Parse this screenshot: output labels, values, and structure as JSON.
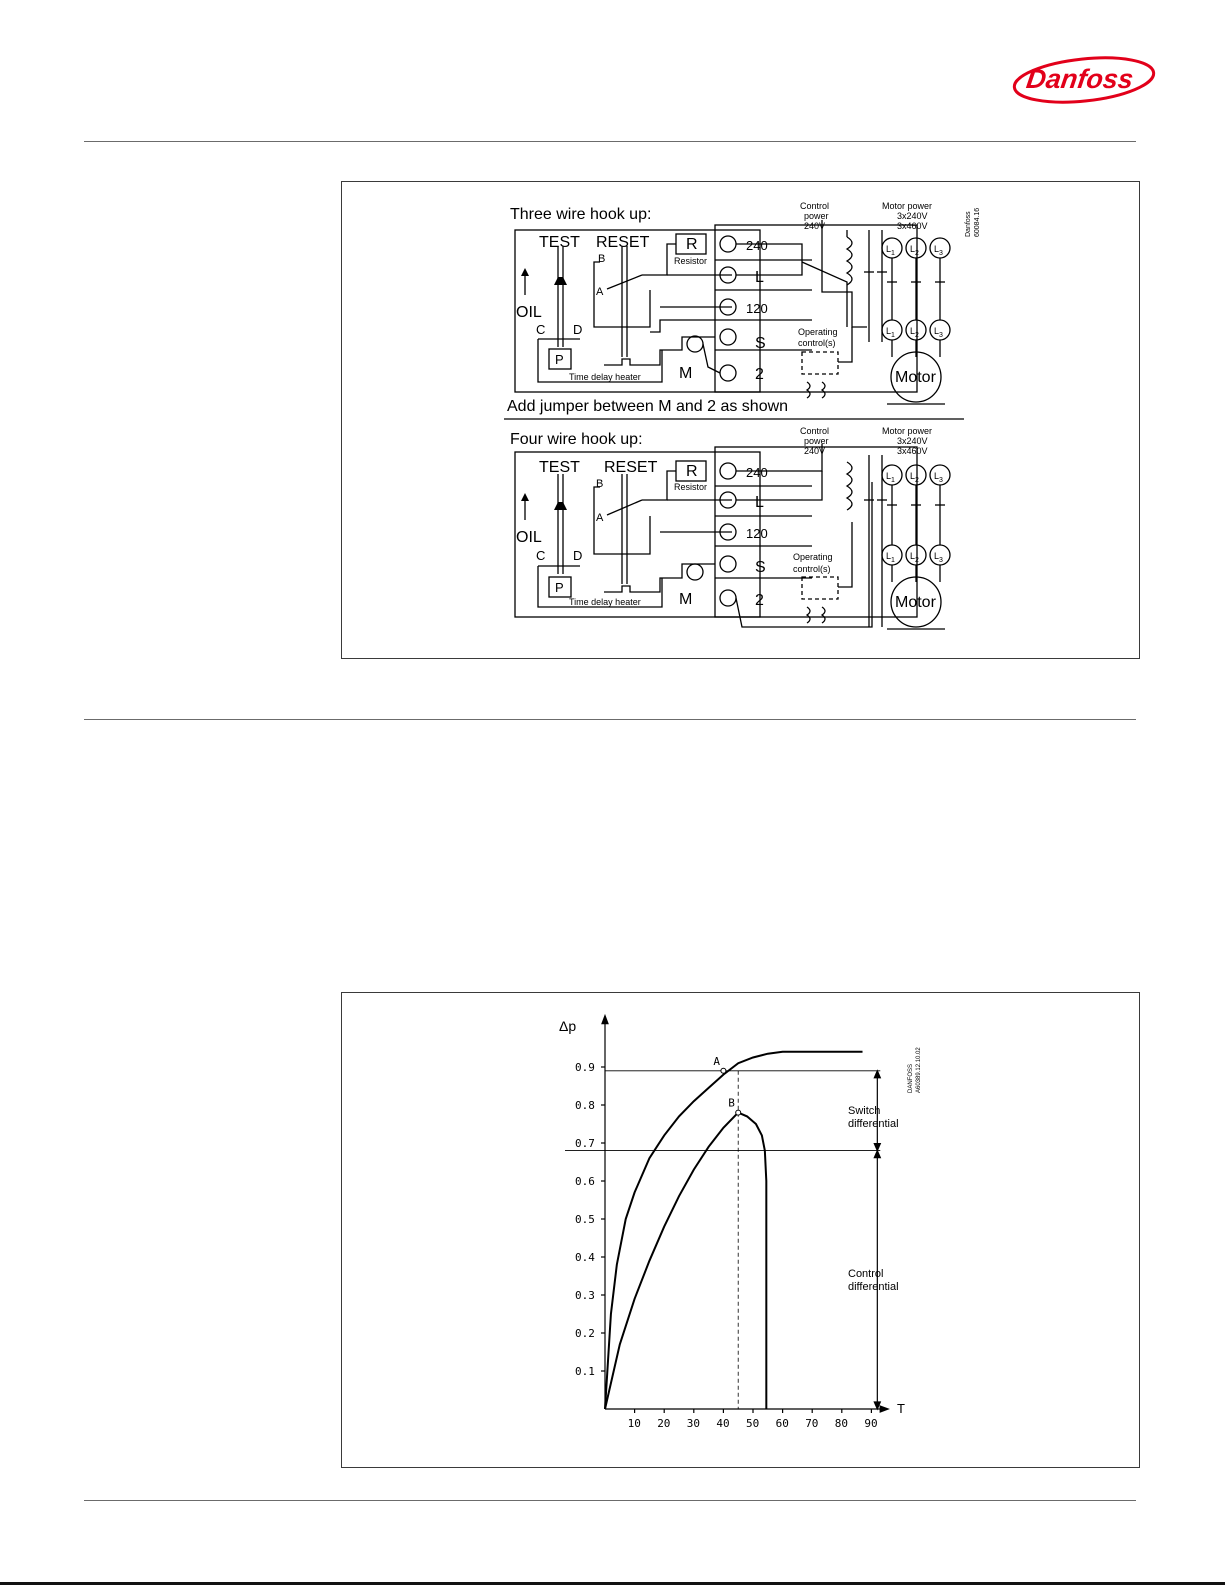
{
  "brand": {
    "logo_text": "Danfoss",
    "color": "#e2001a"
  },
  "wiring": {
    "three": {
      "title": "Three wire hook up:",
      "jumper_note": "Add jumper between M and 2 as shown"
    },
    "four": {
      "title": "Four wire hook up:"
    },
    "labels": {
      "test": "TEST",
      "reset": "RESET",
      "oil": "OIL",
      "r": "R",
      "resistor": "Resistor",
      "b": "B",
      "a": "A",
      "c": "C",
      "d": "D",
      "p": "P",
      "m": "M",
      "heater": "Time delay heater",
      "t240": "240",
      "tl": "L",
      "t120": "120",
      "ts": "S",
      "t2": "2",
      "ctrl_power": [
        "Control",
        "power",
        "240V"
      ],
      "motor_power": [
        "Motor power",
        "3x240V",
        "3x460V"
      ],
      "operating": [
        "Operating",
        "control(s)"
      ],
      "motor": "Motor",
      "l": "L",
      "sub1": "1",
      "sub2": "2",
      "sub3": "3"
    },
    "drawing_code": [
      "Danfoss",
      "60084.16"
    ]
  },
  "chart": {
    "drawing_code": [
      "DANFOSS",
      "A60389.12.10.02"
    ],
    "point_labels": {
      "a": "A",
      "b": "B"
    },
    "annotations": {
      "switch": [
        "Switch",
        "differential"
      ],
      "control": [
        "Control",
        "differential"
      ]
    }
  },
  "chart_data": {
    "type": "line",
    "ylabel": "Δp",
    "xlabel": "T",
    "ylim": [
      0,
      1.0
    ],
    "xlim": [
      0,
      95
    ],
    "yticks": [
      0.1,
      0.2,
      0.3,
      0.4,
      0.5,
      0.6,
      0.7,
      0.8,
      0.9
    ],
    "xticks": [
      10,
      20,
      30,
      40,
      50,
      60,
      70,
      80,
      90
    ],
    "series": [
      {
        "points": [
          [
            0,
            0
          ],
          [
            2,
            0.25
          ],
          [
            4,
            0.38
          ],
          [
            7,
            0.5
          ],
          [
            10,
            0.57
          ],
          [
            15,
            0.66
          ],
          [
            20,
            0.72
          ],
          [
            25,
            0.77
          ],
          [
            30,
            0.81
          ],
          [
            35,
            0.845
          ],
          [
            40,
            0.88
          ],
          [
            45,
            0.91
          ],
          [
            50,
            0.925
          ],
          [
            55,
            0.935
          ],
          [
            60,
            0.94
          ],
          [
            70,
            0.94
          ],
          [
            80,
            0.94
          ],
          [
            87,
            0.94
          ]
        ]
      },
      {
        "points": [
          [
            0,
            0
          ],
          [
            5,
            0.17
          ],
          [
            10,
            0.29
          ],
          [
            15,
            0.39
          ],
          [
            20,
            0.48
          ],
          [
            25,
            0.56
          ],
          [
            30,
            0.63
          ],
          [
            35,
            0.69
          ],
          [
            40,
            0.74
          ],
          [
            45,
            0.78
          ],
          [
            48,
            0.77
          ],
          [
            51,
            0.75
          ],
          [
            53,
            0.72
          ],
          [
            54,
            0.68
          ],
          [
            54.5,
            0.6
          ],
          [
            54.5,
            0
          ]
        ]
      }
    ],
    "switch_points": [
      {
        "name": "A",
        "x": 40,
        "y": 0.89
      },
      {
        "name": "B",
        "x": 45,
        "y": 0.78
      }
    ],
    "reference_lines": {
      "upper": 0.89,
      "lower": 0.68,
      "dashed_x": 45
    }
  }
}
